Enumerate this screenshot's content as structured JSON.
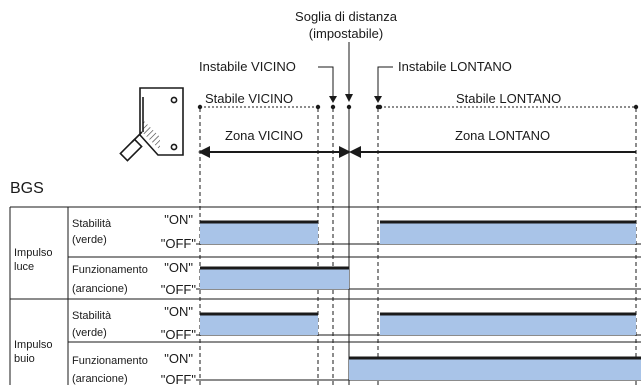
{
  "threshold": {
    "line1": "Soglia di distanza",
    "line2": "(impostabile)"
  },
  "instability": {
    "near": "Instabile VICINO",
    "far": "Instabile LONTANO"
  },
  "stable": {
    "near": "Stabile VICINO",
    "far": "Stabile LONTANO"
  },
  "zones": {
    "near": "Zona VICINO",
    "far": "Zona LONTANO"
  },
  "section_title": "BGS",
  "groups": [
    {
      "line1": "Impulso",
      "line2": "luce"
    },
    {
      "line1": "Impulso",
      "line2": "buio"
    }
  ],
  "signals": {
    "stability": {
      "line1": "Stabilità",
      "line2": "(verde)"
    },
    "operation": {
      "line1": "Funzionamento",
      "line2": "(arancione)"
    }
  },
  "levels": {
    "on": "\"ON\"",
    "off": "\"OFF\""
  },
  "colors": {
    "fill": "#a9c4e8",
    "line": "#1a1a1a"
  }
}
